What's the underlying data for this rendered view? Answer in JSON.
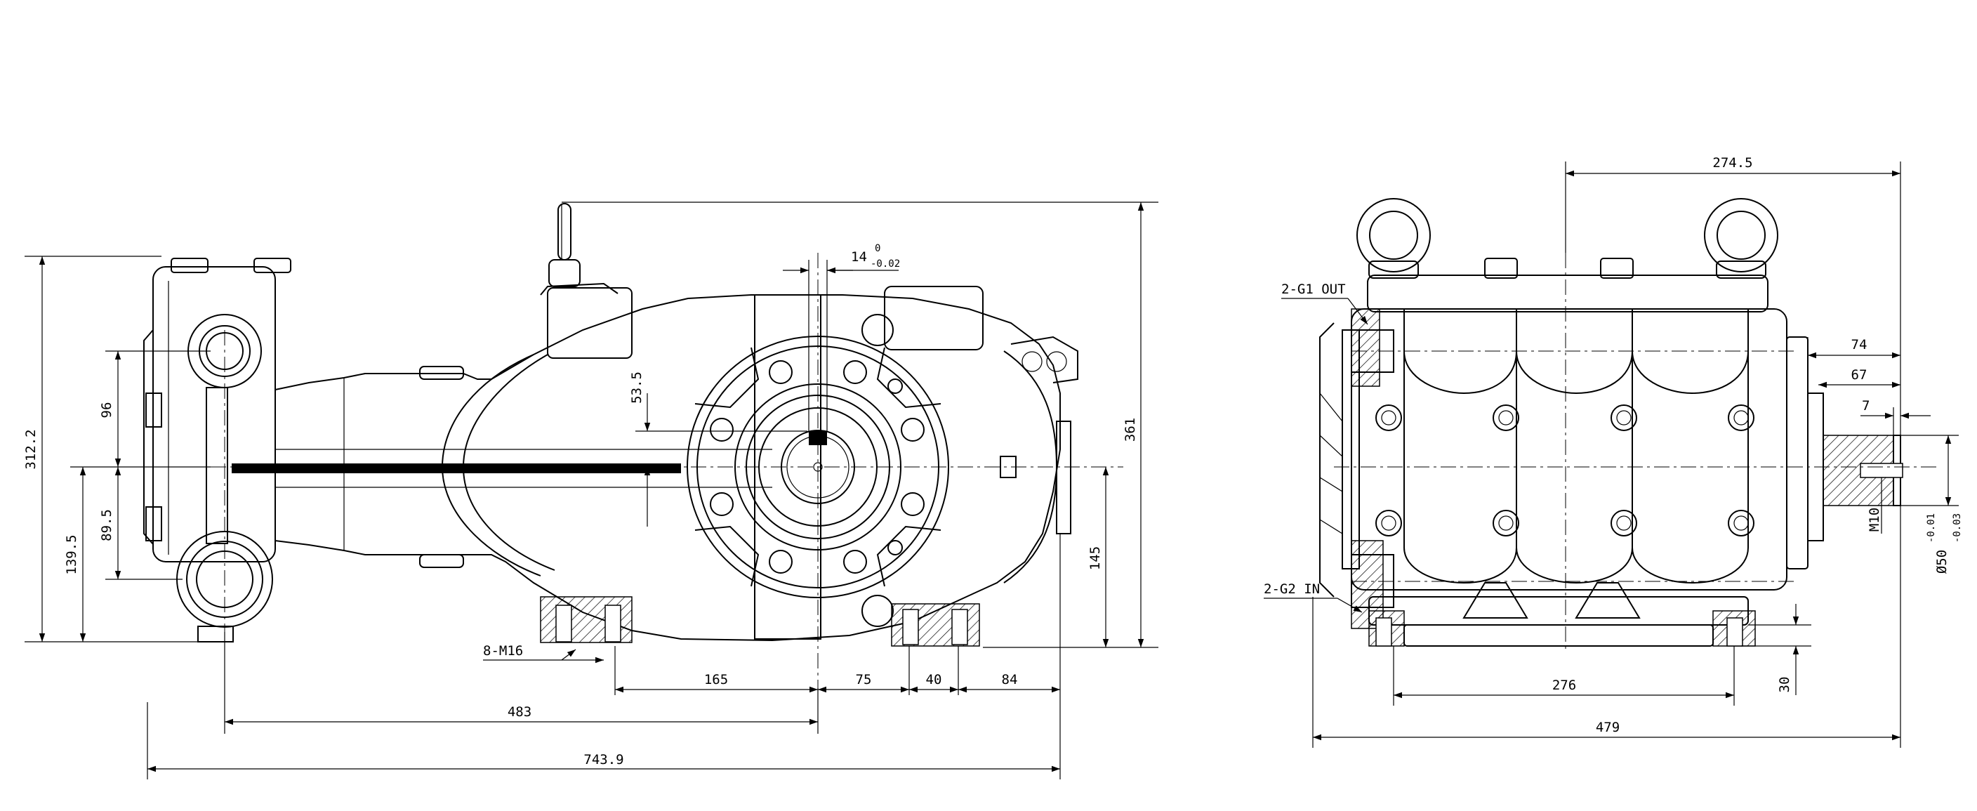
{
  "colors": {
    "line": "#000000",
    "background": "#ffffff"
  },
  "side_view": {
    "dimensions": {
      "overall_length": "743.9",
      "mount_span": "483",
      "seg_165": "165",
      "seg_75": "75",
      "seg_40": "40",
      "seg_84": "84",
      "bolts": "8-M16",
      "total_height": "361",
      "shaft_height": "145",
      "left_height": "312.2",
      "lower_port": "139.5",
      "port_spacing_upper": "96",
      "port_spacing_lower": "89.5",
      "hub_offset": "53.5",
      "key_width": "14",
      "key_tol_upper": "0",
      "key_tol_lower": "-0.02"
    }
  },
  "front_view": {
    "dimensions": {
      "half_width": "274.5",
      "outlet": "2-G1 OUT",
      "inlet": "2-G2 IN",
      "shaft_74": "74",
      "shaft_67": "67",
      "key_7": "7",
      "thread": "M10",
      "shaft_dia": "Ø50",
      "dia_tol_upper": "-0.01",
      "dia_tol_lower": "-0.03",
      "mount_276": "276",
      "overall_479": "479",
      "base_30": "30"
    }
  }
}
